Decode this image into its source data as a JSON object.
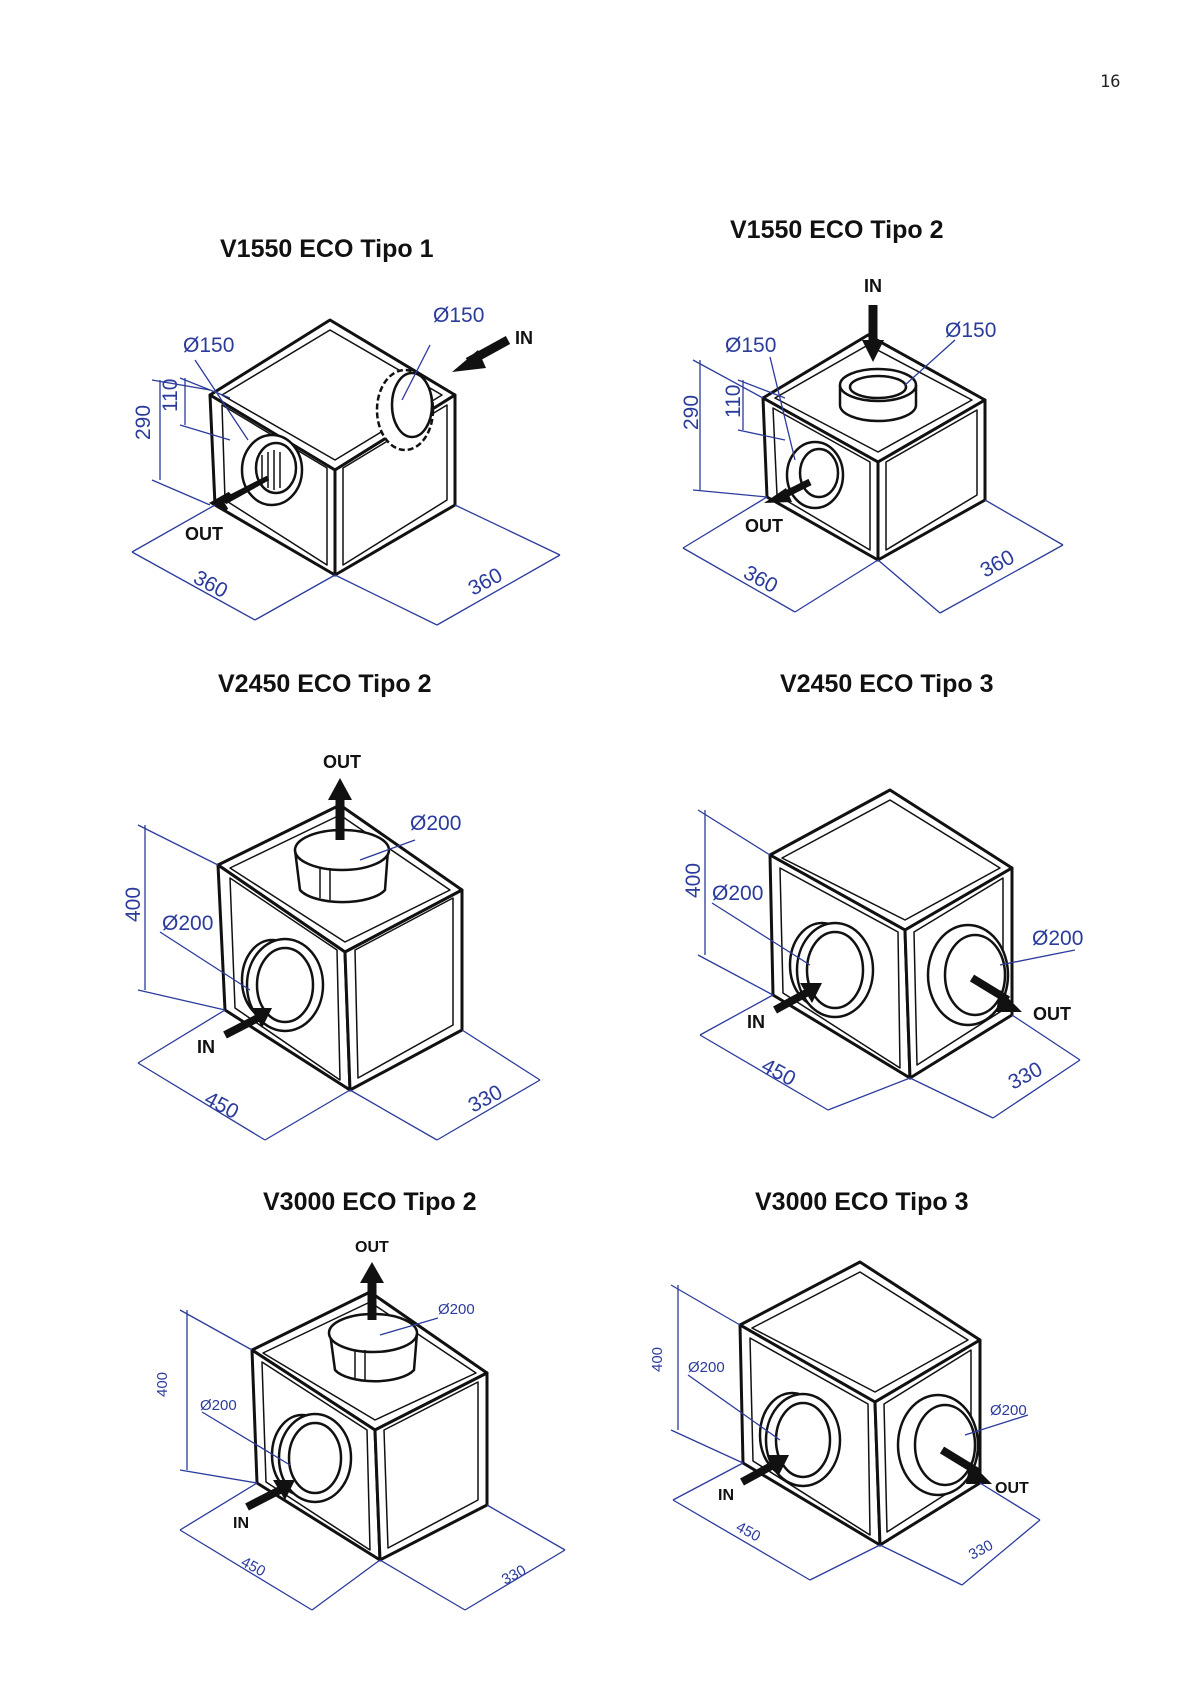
{
  "page_number": "16",
  "diagrams": [
    {
      "title": "V1550 ECO Tipo 1",
      "dia_front": "Ø150",
      "dia_side": "Ø150",
      "height": "290",
      "sub_height": "110",
      "width": "360",
      "depth": "360",
      "in_label": "IN",
      "out_label": "OUT"
    },
    {
      "title": "V1550 ECO Tipo 2",
      "dia_front": "Ø150",
      "dia_top": "Ø150",
      "height": "290",
      "sub_height": "110",
      "width": "360",
      "depth": "360",
      "in_label": "IN",
      "out_label": "OUT"
    },
    {
      "title": "V2450 ECO Tipo 2",
      "dia_front": "Ø200",
      "dia_top": "Ø200",
      "height": "400",
      "width": "450",
      "depth": "330",
      "in_label": "IN",
      "out_label": "OUT"
    },
    {
      "title": "V2450 ECO Tipo 3",
      "dia_front": "Ø200",
      "dia_side": "Ø200",
      "height": "400",
      "width": "450",
      "depth": "330",
      "in_label": "IN",
      "out_label": "OUT"
    },
    {
      "title": "V3000 ECO Tipo 2",
      "dia_front": "Ø200",
      "dia_top": "Ø200",
      "height": "400",
      "width": "450",
      "depth": "330",
      "in_label": "IN",
      "out_label": "OUT"
    },
    {
      "title": "V3000 ECO Tipo 3",
      "dia_front": "Ø200",
      "dia_side": "Ø200",
      "height": "400",
      "width": "450",
      "depth": "330",
      "in_label": "IN",
      "out_label": "OUT"
    }
  ],
  "colors": {
    "dimension": "#2b3b9c",
    "outline": "#111111"
  }
}
